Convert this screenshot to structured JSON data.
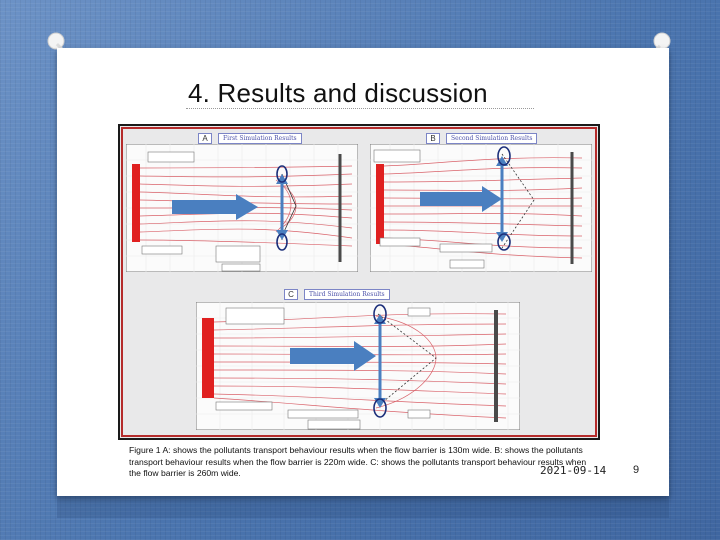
{
  "slide": {
    "title": "4. Results and discussion",
    "caption": "Figure 1 A: shows the pollutants transport behaviour results when the flow barrier is 130m wide. B: shows the pollutants transport behaviour results when the flow barrier is 220m wide. C: shows the pollutants transport behaviour results when the flow barrier is 260m wide.",
    "date": "2021-09-14",
    "page_number": "9"
  },
  "figure": {
    "panels": [
      {
        "letter": "A",
        "heading": "First Simulation Results"
      },
      {
        "letter": "B",
        "heading": "Second Simulation Results"
      },
      {
        "letter": "C",
        "heading": "Third Simulation Results"
      }
    ]
  },
  "colors": {
    "background": "#4f79b3",
    "card": "#ffffff",
    "frame_outer": "#1a1a1a",
    "frame_inner": "#b52b2b",
    "flow_lines": "#d9626a",
    "arrow_blue": "#4a7fc0",
    "source_red": "#e02020"
  }
}
